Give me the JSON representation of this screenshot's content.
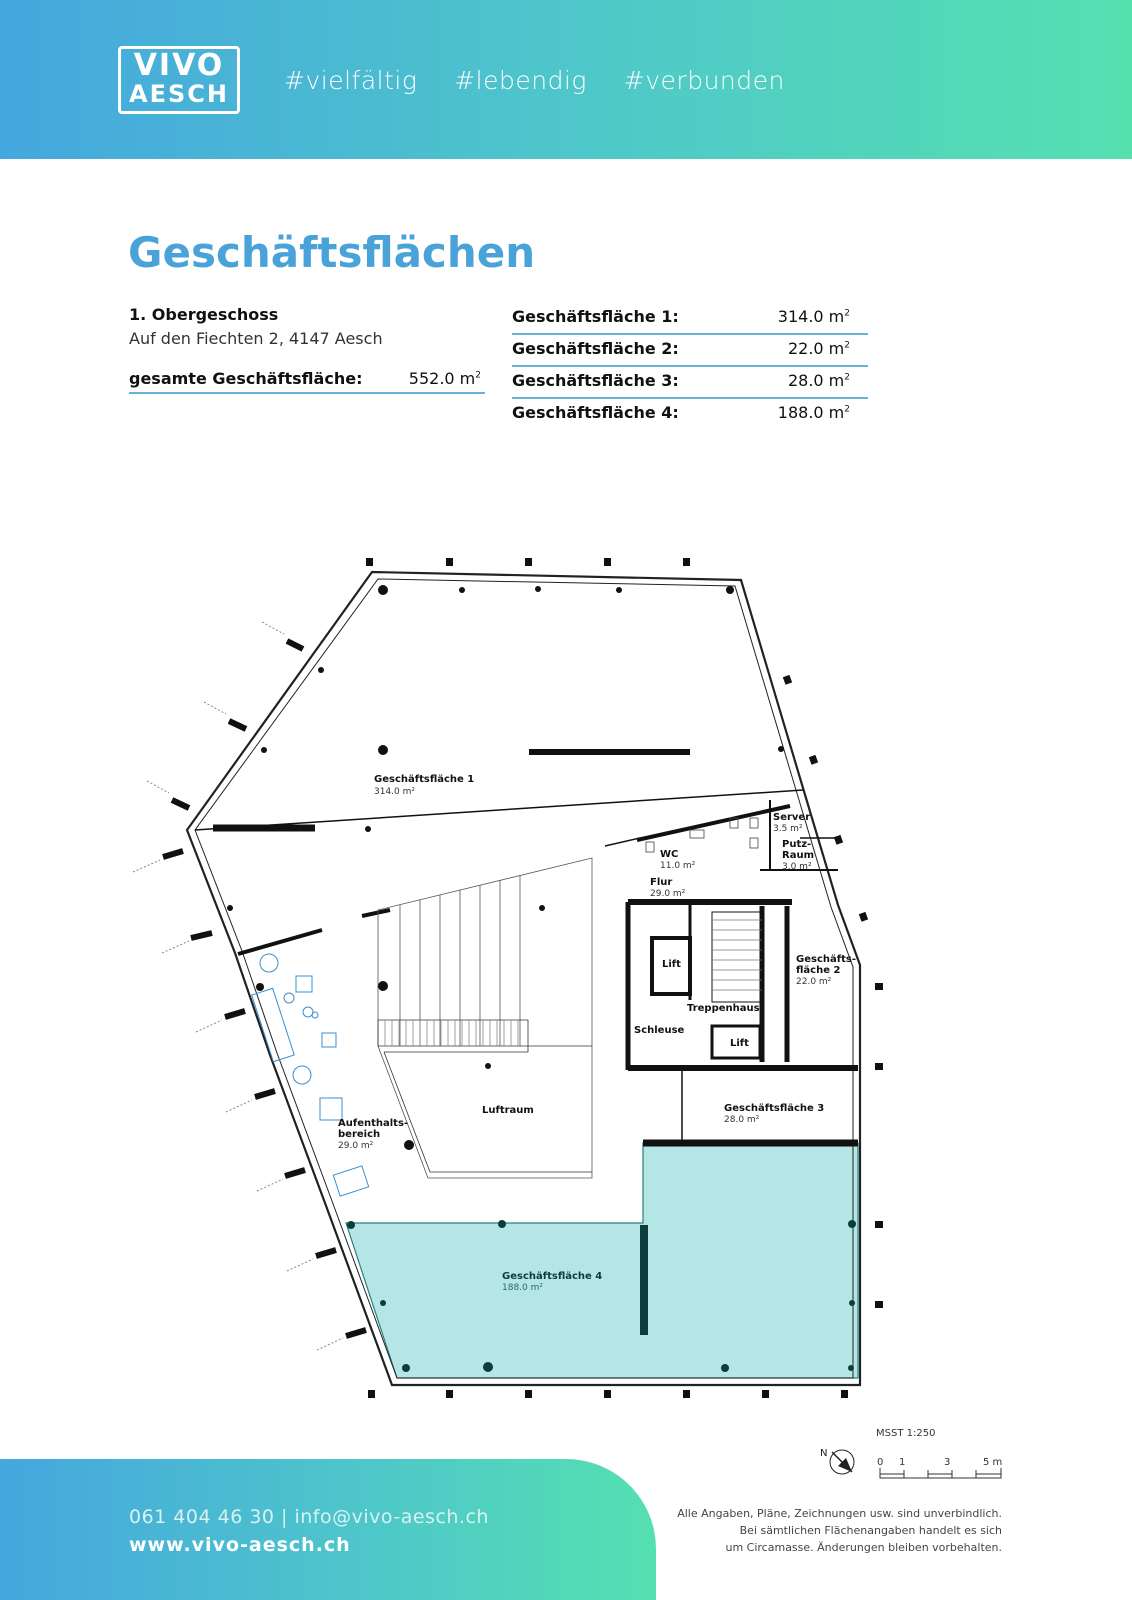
{
  "header": {
    "logo_line1": "VIVO",
    "logo_line2": "AESCH",
    "tagline": "#vielfältig  #lebendig  #verbunden",
    "gradient": [
      "#45a7de",
      "#55e0b0"
    ]
  },
  "page": {
    "title": "Geschäftsflächen",
    "floor": "1. Obergeschoss",
    "address": "Auf den Fiechten 2, 4147 Aesch",
    "total_label": "gesamte Geschäftsfläche:",
    "total_value": "552.0 m",
    "unit_sup": "2",
    "accent_color": "#4aa3d8"
  },
  "areas": [
    {
      "label": "Geschäftsfläche 1:",
      "value": "314.0 m"
    },
    {
      "label": "Geschäftsfläche 2:",
      "value": "22.0 m"
    },
    {
      "label": "Geschäftsfläche 3:",
      "value": "28.0 m"
    },
    {
      "label": "Geschäftsfläche 4:",
      "value": "188.0 m"
    }
  ],
  "plan": {
    "rooms": {
      "gf1_name": "Geschäftsfläche 1",
      "gf1_area": "314.0 m²",
      "server_name": "Server",
      "server_area": "3.5 m²",
      "putz_name1": "Putz-",
      "putz_name2": "Raum",
      "putz_area": "3.0 m²",
      "wc_name": "WC",
      "wc_area": "11.0 m²",
      "flur_name": "Flur",
      "flur_area": "29.0 m²",
      "lift1": "Lift",
      "lift2": "Lift",
      "treppenhaus": "Treppenhaus",
      "schleuse": "Schleuse",
      "gf2_name1": "Geschäfts-",
      "gf2_name2": "fläche 2",
      "gf2_area": "22.0 m²",
      "luftraum": "Luftraum",
      "gf3_name": "Geschäftsfläche 3",
      "gf3_area": "28.0 m²",
      "aufent1": "Aufenthalts-",
      "aufent2": "bereich",
      "aufent_area": "29.0 m²",
      "gf4_name": "Geschäftsfläche 4",
      "gf4_area": "188.0 m²"
    },
    "highlight_color": "#b3e6e4",
    "north": "N"
  },
  "scale": {
    "label": "MSST 1:250",
    "ticks": [
      "0",
      "1",
      "3",
      "5 m"
    ]
  },
  "footer": {
    "phone": "061 404 46 30 | info@vivo-aesch.ch",
    "web": "www.vivo-aesch.ch",
    "disclaimer1": "Alle Angaben, Pläne, Zeichnungen usw. sind unverbindlich.",
    "disclaimer2": "Bei sämtlichen Flächenangaben handelt es sich",
    "disclaimer3": "um Circamasse. Änderungen bleiben vorbehalten."
  }
}
